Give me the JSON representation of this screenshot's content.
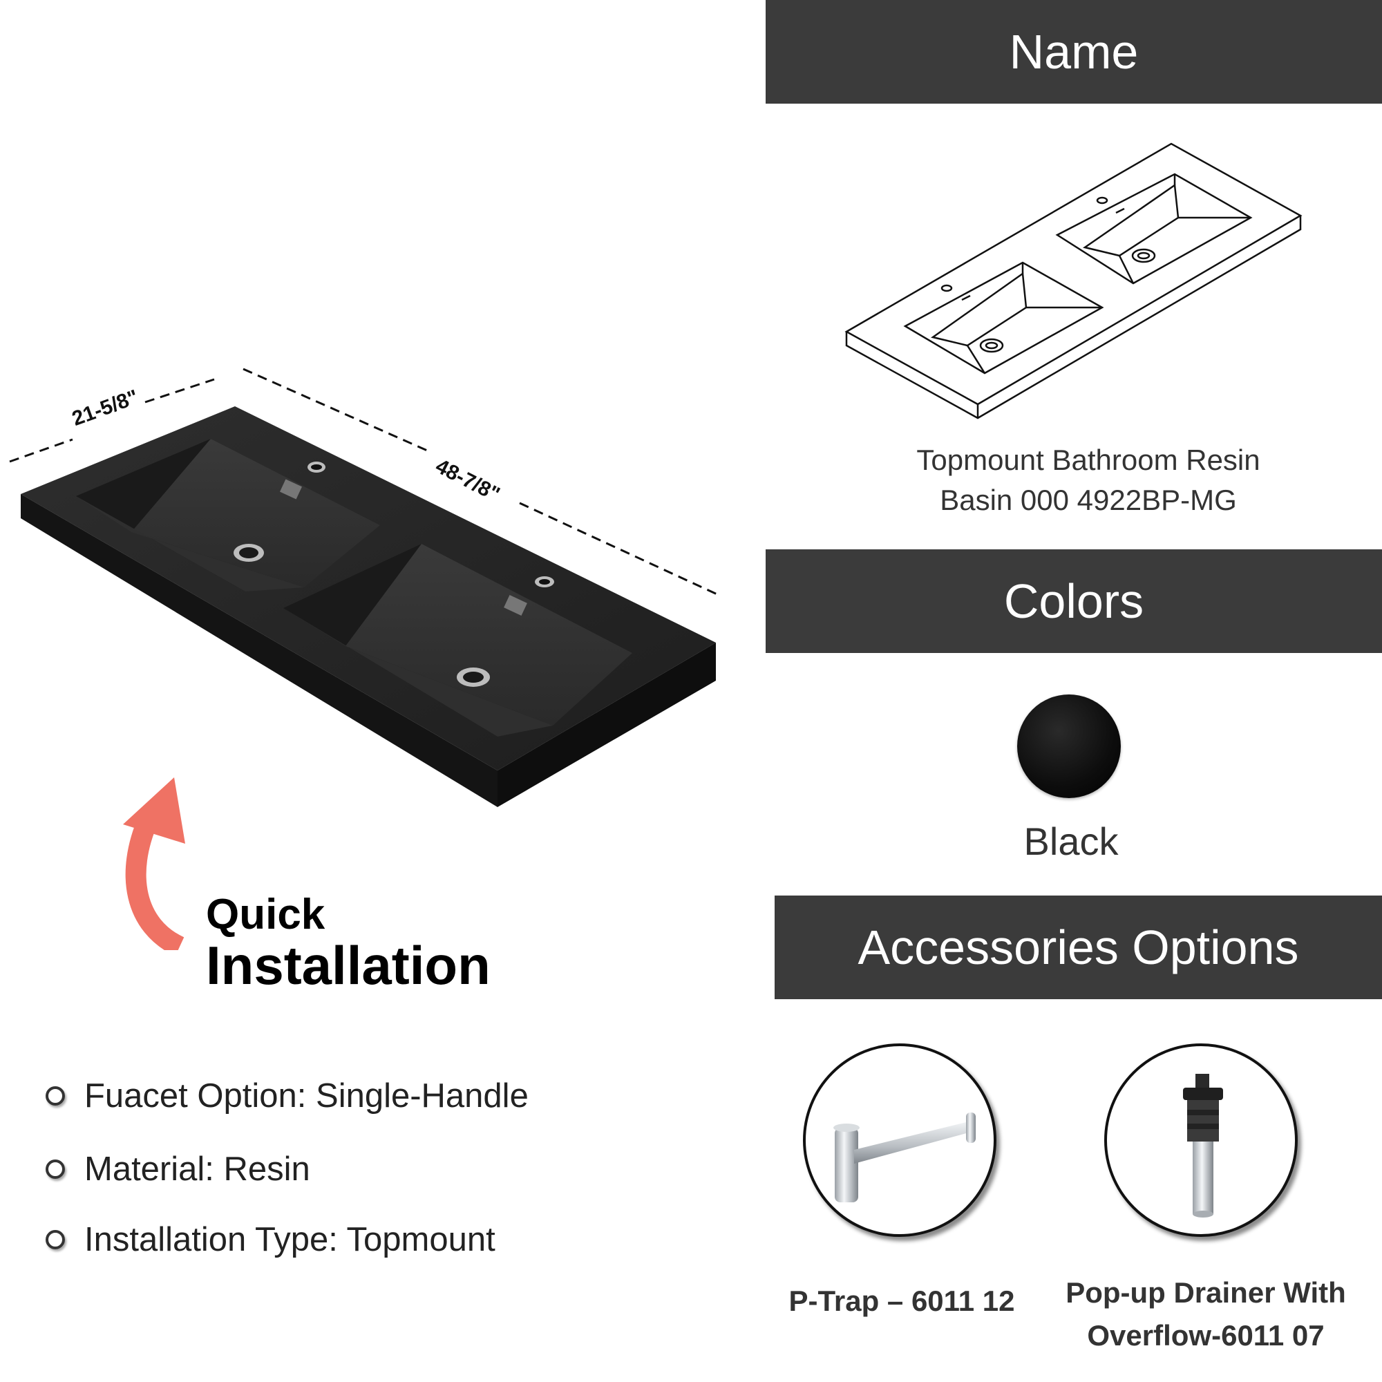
{
  "dimensions": {
    "depth": "21-5/8\"",
    "width": "48-7/8\""
  },
  "promo": {
    "line1": "Quick",
    "line2": "Installation",
    "accent_color": "#ef7264"
  },
  "specs": [
    {
      "label": "Fuacet Option: Single-Handle"
    },
    {
      "label": "Material: Resin"
    },
    {
      "label": "Installation Type: Topmount"
    }
  ],
  "name_section": {
    "header": "Name",
    "product_line1": "Topmount Bathroom Resin",
    "product_line2": "Basin 000 4922BP-MG"
  },
  "colors_section": {
    "header": "Colors",
    "swatch_label": "Black",
    "swatch_color": "#111111"
  },
  "accessories_section": {
    "header": "Accessories Options",
    "items": [
      {
        "line1": "P-Trap – 6011 12",
        "line2": ""
      },
      {
        "line1": "Pop-up Drainer With",
        "line2": "Overflow-6011 07"
      }
    ]
  },
  "theme": {
    "header_bg": "#3b3b3b",
    "header_text": "#ffffff"
  }
}
